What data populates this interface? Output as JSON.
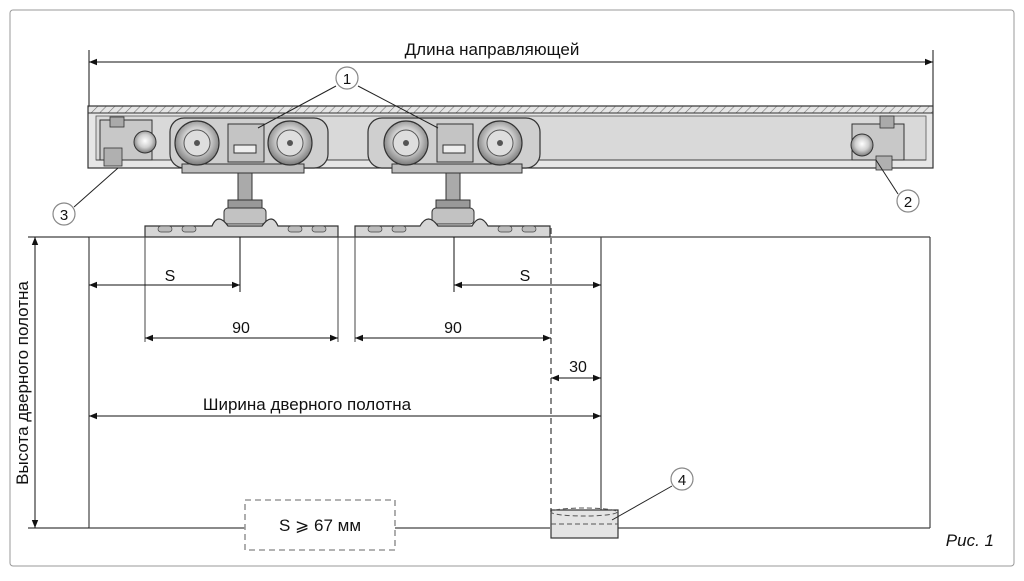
{
  "labels": {
    "rail_length": "Длина направляющей",
    "door_height": "Высота дверного полотна",
    "door_width": "Ширина дверного полотна",
    "s_left": "S",
    "s_right": "S",
    "dim_90_left": "90",
    "dim_90_right": "90",
    "dim_30": "30",
    "s_min": "S ⩾ 67 мм",
    "figure": "Рис. 1"
  },
  "callouts": [
    "1",
    "2",
    "3",
    "4"
  ],
  "colors": {
    "rail": "#dcdcdc",
    "door": "#f7f7f7",
    "roller": "#bfbfbf",
    "line": "#222222"
  }
}
